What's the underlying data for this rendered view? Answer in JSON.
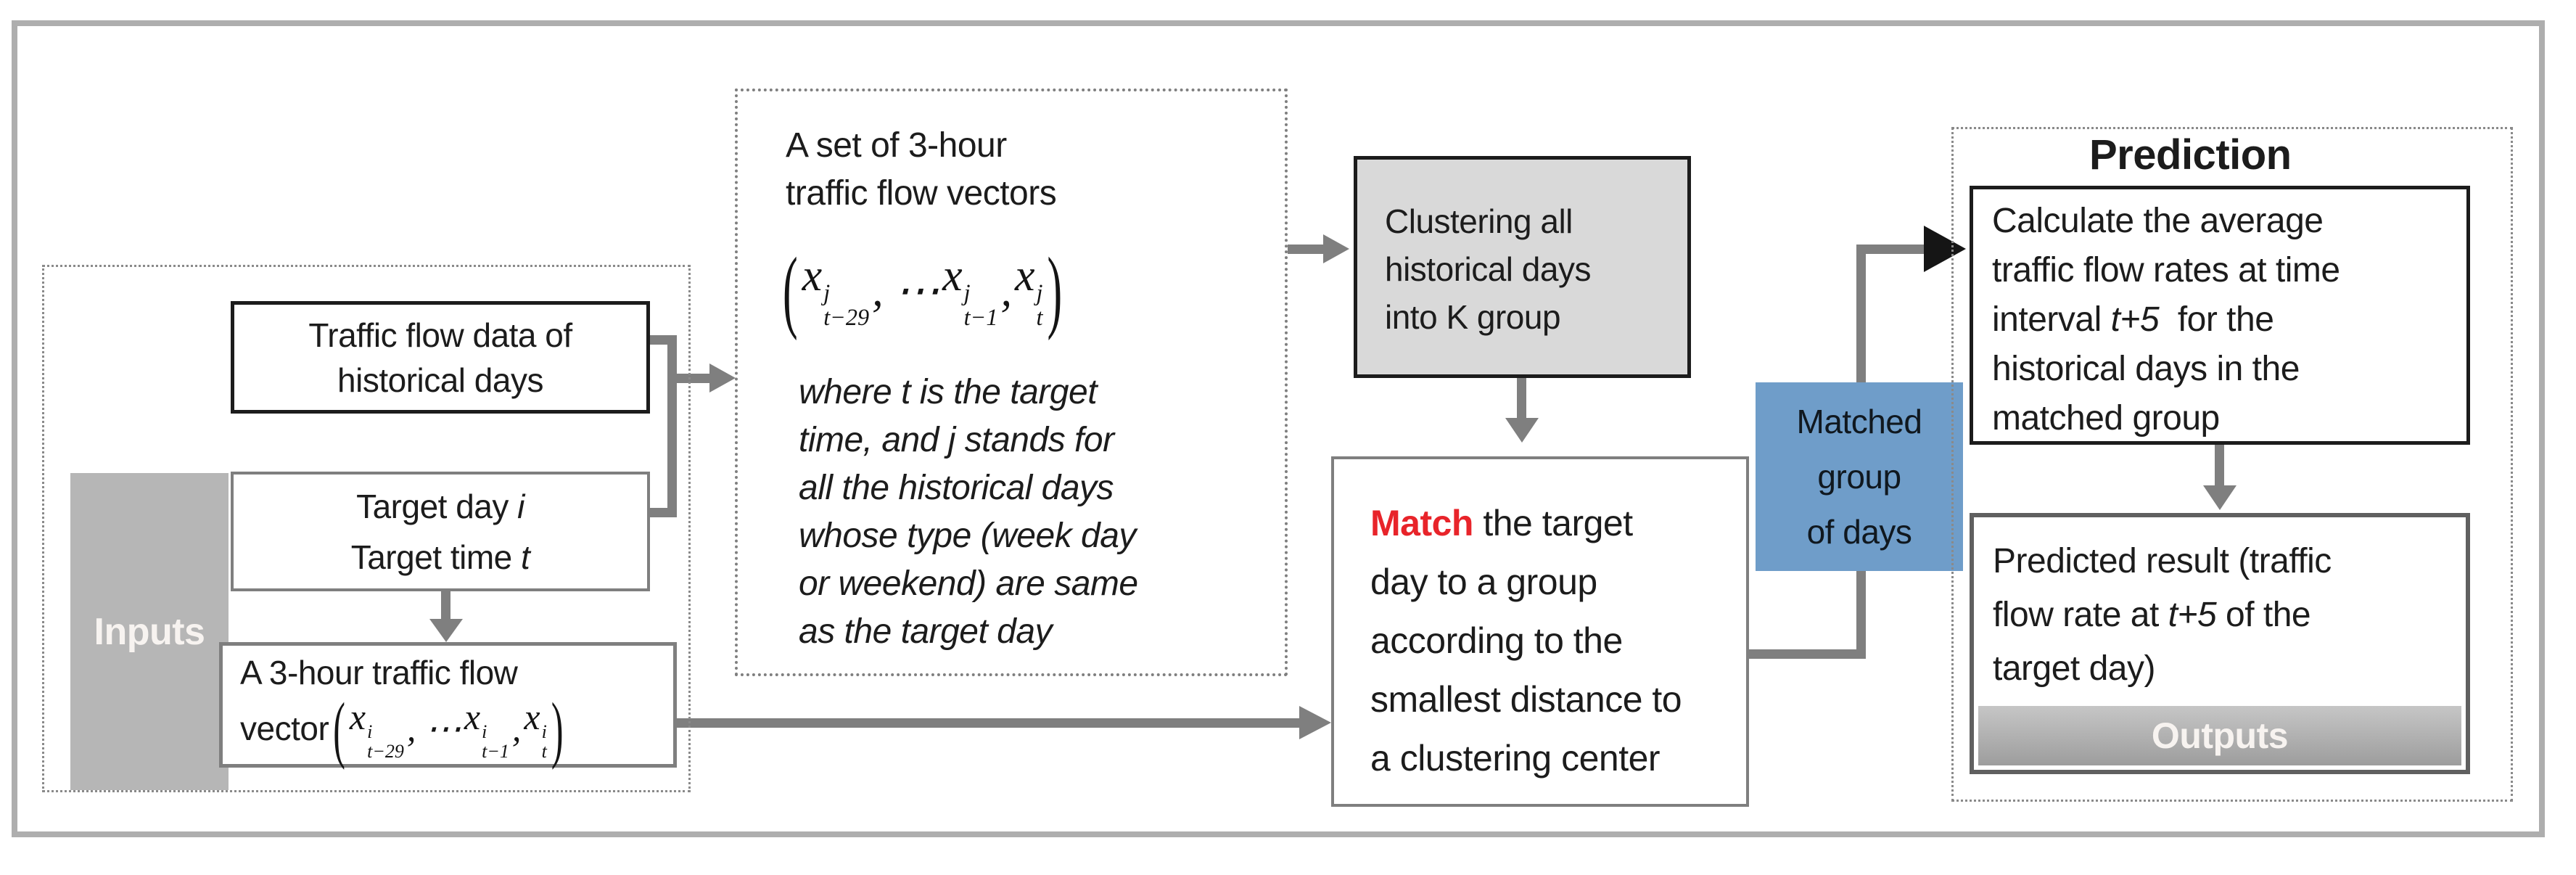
{
  "colors": {
    "frame_gray": "#aeaeae",
    "connector_gray": "#7f7f7f",
    "box_border_gray": "#7f7f7f",
    "box_border_black": "#1c1c1c",
    "clustering_fill": "#d9d9d9",
    "inputs_fill": "#b6b6b6",
    "outputs_fill": "#a6a6a6",
    "matched_group_fill": "#6f9dc9",
    "match_highlight_red": "#e8242a",
    "text_dark": "#1c1c1c",
    "label_white": "#f7f3f0"
  },
  "inputs": {
    "label": "Inputs",
    "historical_box": {
      "line1": "Traffic flow data of",
      "line2": "historical days"
    },
    "target_box": {
      "line1_pre": "Target day ",
      "line1_var": "i",
      "line2_pre": "Target time ",
      "line2_var": "t"
    },
    "vector_box": {
      "line1": "A 3-hour traffic flow",
      "line2_pre": "vector",
      "math": [
        {
          "p": "("
        },
        {
          "x": "x",
          "sup": "i",
          "sub": "t−29"
        },
        {
          "s": ", ⋯ "
        },
        {
          "x": "x",
          "sup": "i",
          "sub": "t−1"
        },
        {
          "s": ", "
        },
        {
          "x": "x",
          "sup": "i",
          "sub": "t"
        },
        {
          "p": ")"
        }
      ]
    }
  },
  "vector_set_box": {
    "line1": "A set of 3-hour",
    "line2": "traffic flow vectors",
    "math": [
      {
        "p": "("
      },
      {
        "x": "x",
        "sup": "j",
        "sub": "t−29"
      },
      {
        "s": ", ⋯ "
      },
      {
        "x": "x",
        "sup": "j",
        "sub": "t−1"
      },
      {
        "s": ", "
      },
      {
        "x": "x",
        "sup": "j",
        "sub": "t"
      },
      {
        "p": ")"
      }
    ],
    "note_lines": [
      "where t is the target",
      "time, and j stands for",
      "all the historical days",
      "whose type (week day",
      "or weekend) are same",
      "as the target day"
    ]
  },
  "clustering_box": {
    "lines": [
      "Clustering all",
      "historical days",
      "into K group"
    ]
  },
  "match_box": {
    "highlight": "Match",
    "line1_rest": " the target",
    "lines": [
      "day to a group",
      "according to the",
      "smallest distance to",
      "a clustering center"
    ]
  },
  "matched_group_box": {
    "lines": [
      "Matched",
      "group",
      "of days"
    ]
  },
  "prediction": {
    "title": "Prediction",
    "calc_box": {
      "line1": "Calculate the average",
      "line2": "traffic flow rates at time",
      "line3_pre": "interval ",
      "line3_var": "t+5",
      "line3_post": "  for the",
      "line4": "historical days in the",
      "line5": "matched group"
    },
    "result_box": {
      "line1": "Predicted result (traffic",
      "line2_pre": "flow rate at ",
      "line2_var": "t+5",
      "line2_post": " of the",
      "line3": "target day)",
      "outputs_label": "Outputs"
    }
  }
}
